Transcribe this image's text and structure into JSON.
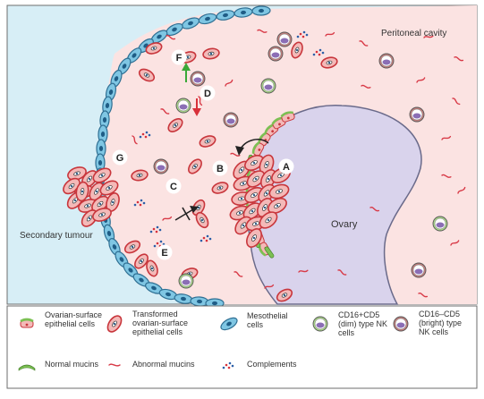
{
  "labels": {
    "peritoneal_cavity": "Peritoneal cavity",
    "secondary_tumour": "Secondary tumour",
    "ovary": "Ovary",
    "letters": [
      "A",
      "B",
      "C",
      "D",
      "E",
      "F",
      "G"
    ]
  },
  "legend": [
    {
      "label": "Ovarian-surface\nepithelial cells"
    },
    {
      "label": "Transformed\novarian-surface\nepithelial cells"
    },
    {
      "label": "Mesothelial\ncells"
    },
    {
      "label": "CD16+CD5\n(dim) type NK\ncells"
    },
    {
      "label": "CD16–CD5\n(bright) type\nNK cells"
    },
    {
      "label": "Normal mucins"
    },
    {
      "label": "Abnormal mucins"
    },
    {
      "label": "Complements"
    }
  ],
  "colors": {
    "cavity": "#fbe3e2",
    "outside": "#d7eef6",
    "ovary": "#d9d3ec",
    "transformed_fill": "#f4b9b8",
    "transformed_stroke": "#c8363c",
    "meso_fill": "#7fc6e3",
    "meso_stroke": "#2f6f93",
    "normal_mucin": "#7cc053",
    "abnormal_mucin": "#d83a47",
    "nk_dim": "#a8d488",
    "nk_bright": "#c27f7d",
    "nk_nucleus": "#8b6eb5",
    "legend_bg": "#ffffff",
    "arrow_up": "#3aa838",
    "arrow_down": "#d8303a"
  }
}
